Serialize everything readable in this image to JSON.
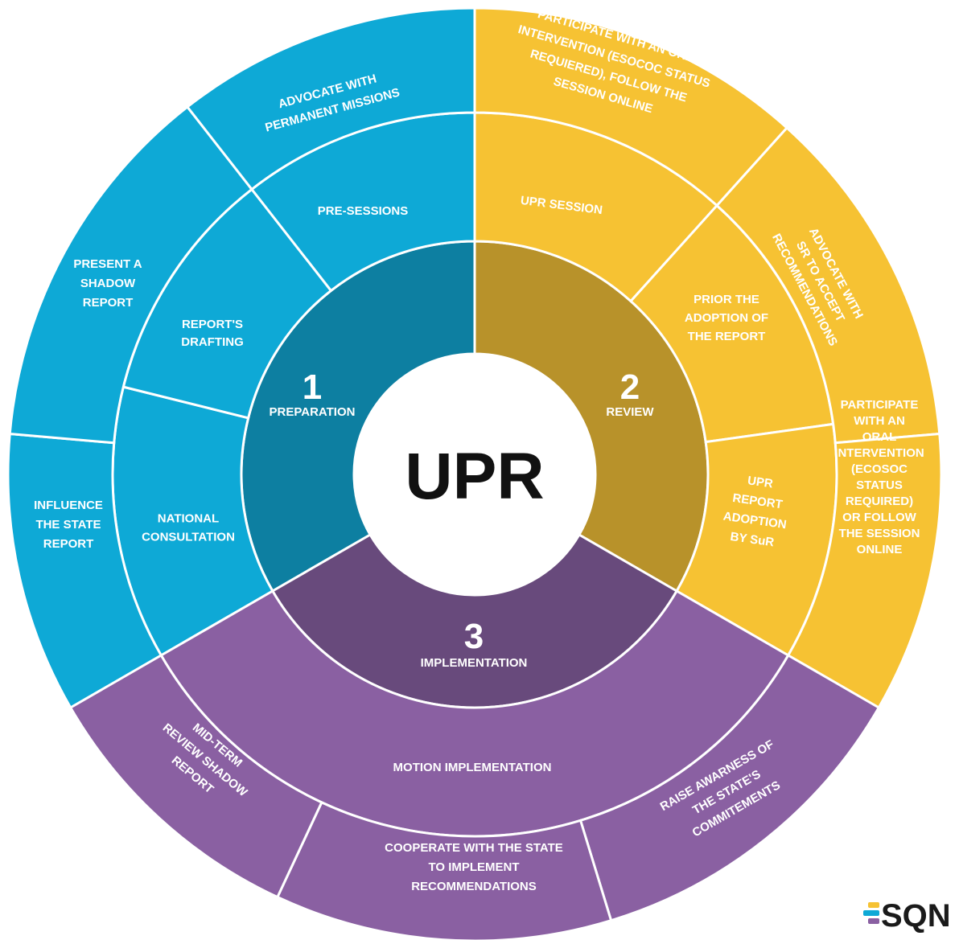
{
  "center": {
    "title": "UPR"
  },
  "phases": [
    {
      "number": "1",
      "name": "PREPARATION"
    },
    {
      "number": "2",
      "name": "REVIEW"
    },
    {
      "number": "3",
      "name": "IMPLEMENTATION"
    }
  ],
  "middle_ring": {
    "preparation": [
      {
        "lines": [
          "PRE-SESSIONS"
        ]
      },
      {
        "lines": [
          "REPORT'S",
          "DRAFTING"
        ]
      },
      {
        "lines": [
          "NATIONAL",
          "CONSULTATION"
        ]
      }
    ],
    "review": [
      {
        "lines": [
          "UPR SESSION"
        ]
      },
      {
        "lines": [
          "PRIOR THE",
          "ADOPTION OF",
          "THE REPORT"
        ]
      },
      {
        "lines": [
          "UPR",
          "REPORT",
          "ADOPTION",
          "BY SuR"
        ]
      }
    ],
    "implementation": [
      {
        "lines": [
          "MOTION IMPLEMENTATION"
        ]
      }
    ]
  },
  "outer_ring": {
    "preparation": [
      {
        "lines": [
          "ADVOCATE WITH",
          "PERMANENT MISSIONS"
        ]
      },
      {
        "lines": [
          "PRESENT A",
          "SHADOW",
          "REPORT"
        ]
      },
      {
        "lines": [
          "INFLUENCE",
          "THE STATE",
          "REPORT"
        ]
      }
    ],
    "review": [
      {
        "lines": [
          "PARTICIPATE WITH AN ORAL",
          "INTERVENTION (ESOCOC STATUS",
          "REQUIERED), FOLLOW THE",
          "SESSION ONLINE"
        ]
      },
      {
        "lines": [
          "ADVOCATE WITH",
          "SR TO ACCEPT",
          "RECOMMENDATIONS"
        ]
      },
      {
        "lines": [
          "PARTICIPATE",
          "WITH AN",
          "ORAL",
          "INTERVENTION",
          "(ECOSOC",
          "STATUS",
          "REQUIRED)",
          "OR FOLLOW",
          "THE SESSION",
          "ONLINE"
        ]
      }
    ],
    "implementation": [
      {
        "lines": [
          "MID-TERM",
          "REVIEW SHADOW",
          "REPORT"
        ]
      },
      {
        "lines": [
          "COOPERATE WITH THE STATE",
          "TO IMPLEMENT",
          "RECOMMENDATIONS"
        ]
      },
      {
        "lines": [
          "RAISE AWARNESS OF",
          "THE STATE'S",
          "COMMITEMENTS"
        ]
      }
    ]
  },
  "colors": {
    "prep_inner": "#0d7fa1",
    "prep_outer": "#0ea9d6",
    "review_inner": "#b8922a",
    "review_outer": "#f6c233",
    "impl_inner": "#684a7c",
    "impl_outer": "#8a60a2",
    "stroke": "#ffffff",
    "center": "#ffffff"
  },
  "logo": {
    "text": "SQN"
  }
}
